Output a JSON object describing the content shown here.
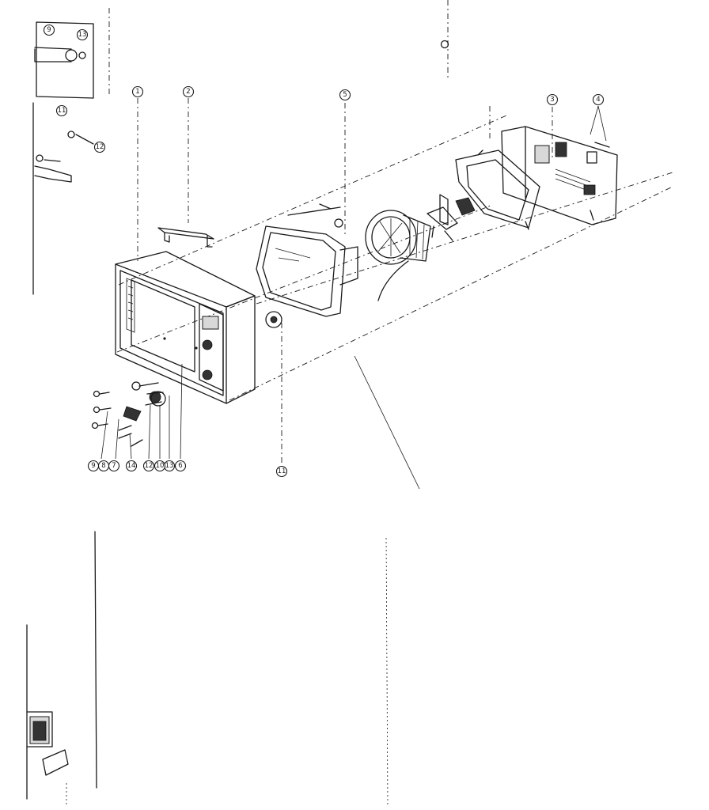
{
  "callouts": [
    {
      "id": "c1",
      "label": "1"
    },
    {
      "id": "c2",
      "label": "2"
    },
    {
      "id": "c3",
      "label": "3"
    },
    {
      "id": "c4",
      "label": "4"
    },
    {
      "id": "c5",
      "label": "5"
    },
    {
      "id": "c6",
      "label": "6"
    },
    {
      "id": "c7",
      "label": "7"
    },
    {
      "id": "c8",
      "label": "8"
    },
    {
      "id": "c9",
      "label": "9"
    },
    {
      "id": "c11",
      "label": "11"
    },
    {
      "id": "c12",
      "label": "12"
    },
    {
      "id": "c13",
      "label": "13"
    },
    {
      "id": "c14",
      "label": "14"
    },
    {
      "id": "c10",
      "label": "10"
    },
    {
      "id": "c11b",
      "label": "11"
    },
    {
      "id": "c12b",
      "label": "12"
    },
    {
      "id": "c13b",
      "label": "13"
    },
    {
      "id": "c9b",
      "label": "9"
    }
  ]
}
